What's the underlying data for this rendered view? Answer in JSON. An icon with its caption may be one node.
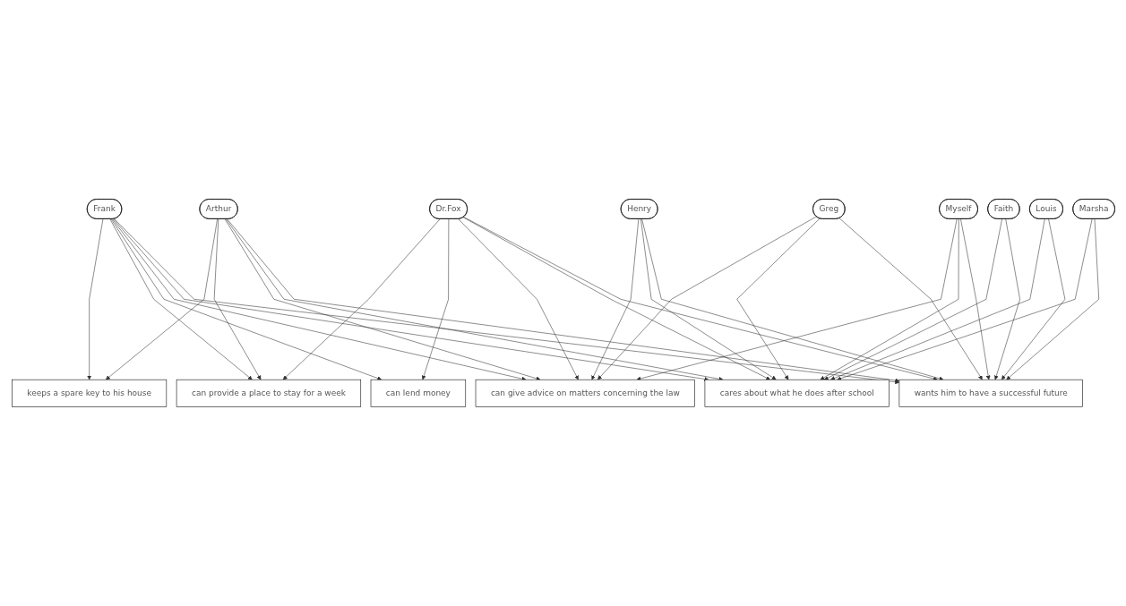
{
  "diagram": {
    "nodes": [
      {
        "text": [
          "Frank"
        ]
      },
      {
        "text": [
          "Henry"
        ]
      },
      {
        "text": [
          "Greg"
        ]
      },
      {
        "text": [
          "Arthur"
        ]
      },
      {
        "text": [
          "Dr.Fox"
        ]
      },
      {
        "text": [
          "Myself"
        ]
      },
      {
        "text": [
          "Faith"
        ]
      },
      {
        "text": [
          "Louis"
        ]
      },
      {
        "text": [
          "Marsha"
        ]
      },
      {
        "text": [
          "keeps a spare key to his house"
        ]
      },
      {
        "text": [
          "can provide a place to stay for a week"
        ]
      },
      {
        "text": [
          "can lend money"
        ]
      },
      {
        "text": [
          "can give advice on matters concerning the law"
        ]
      },
      {
        "text": [
          "cares about what he does after school"
        ]
      },
      {
        "text": [
          "wants him to have a successful future"
        ]
      }
    ],
    "edges": [
      {
        "from": 0,
        "to": 9,
        "arrow": "to"
      },
      {
        "from": 0,
        "to": 10,
        "arrow": "to"
      },
      {
        "from": 0,
        "to": 11,
        "arrow": "to"
      },
      {
        "from": 0,
        "to": 12,
        "arrow": "to"
      },
      {
        "from": 0,
        "to": 13,
        "arrow": "to"
      },
      {
        "from": 0,
        "to": 14,
        "arrow": "to"
      },
      {
        "from": 1,
        "to": 12,
        "arrow": "to"
      },
      {
        "from": 1,
        "to": 13,
        "arrow": "to"
      },
      {
        "from": 1,
        "to": 14,
        "arrow": "to"
      },
      {
        "from": 2,
        "to": 12,
        "arrow": "to"
      },
      {
        "from": 2,
        "to": 13,
        "arrow": "to"
      },
      {
        "from": 2,
        "to": 14,
        "arrow": "to"
      },
      {
        "from": 3,
        "to": 9,
        "arrow": "to"
      },
      {
        "from": 3,
        "to": 10,
        "arrow": "to"
      },
      {
        "from": 3,
        "to": 12,
        "arrow": "to"
      },
      {
        "from": 3,
        "to": 13,
        "arrow": "to"
      },
      {
        "from": 3,
        "to": 14,
        "arrow": "to"
      },
      {
        "from": 4,
        "to": 10,
        "arrow": "to"
      },
      {
        "from": 4,
        "to": 11,
        "arrow": "to"
      },
      {
        "from": 4,
        "to": 12,
        "arrow": "to"
      },
      {
        "from": 4,
        "to": 13,
        "arrow": "to"
      },
      {
        "from": 4,
        "to": 14,
        "arrow": "to"
      },
      {
        "from": 5,
        "to": 12,
        "arrow": "to"
      },
      {
        "from": 5,
        "to": 13,
        "arrow": "to"
      },
      {
        "from": 5,
        "to": 14,
        "arrow": "to"
      },
      {
        "from": 6,
        "to": 13,
        "arrow": "to"
      },
      {
        "from": 6,
        "to": 14,
        "arrow": "to"
      },
      {
        "from": 7,
        "to": 13,
        "arrow": "to"
      },
      {
        "from": 7,
        "to": 14,
        "arrow": "to"
      },
      {
        "from": 8,
        "to": 13,
        "arrow": "to"
      },
      {
        "from": 8,
        "to": 14,
        "arrow": "to"
      }
    ]
  }
}
